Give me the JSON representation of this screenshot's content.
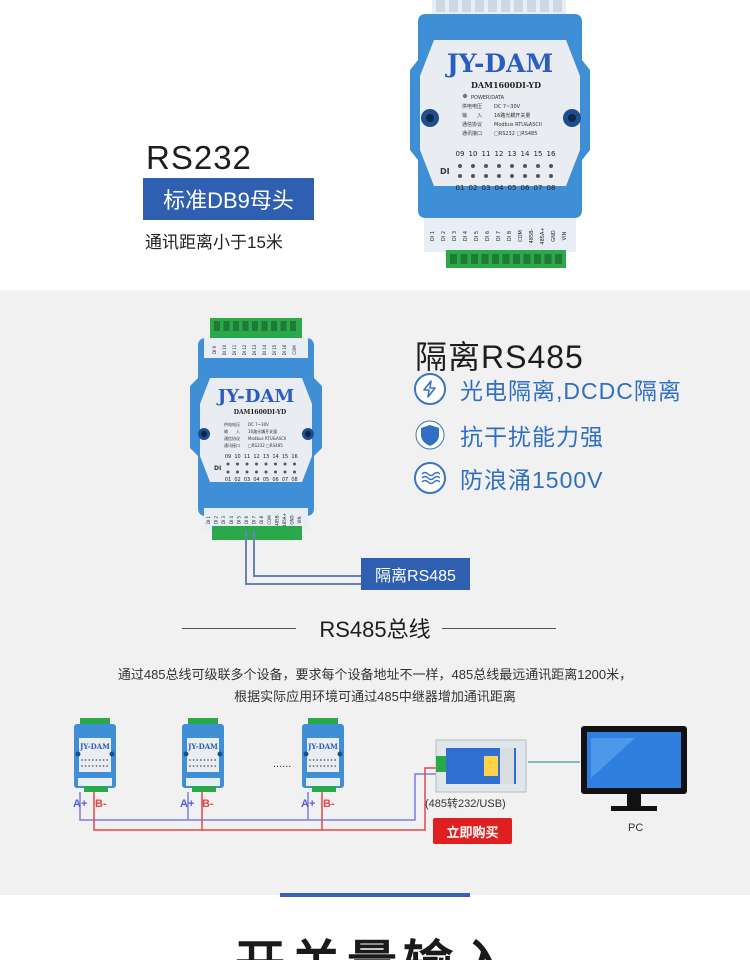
{
  "rs232": {
    "title": "RS232",
    "badge": "标准DB9母头",
    "distance": "通讯距离小于15米"
  },
  "device": {
    "brand": "JY-DAM",
    "model": "DAM1600DI-YD",
    "power_label": "POWER/DATA",
    "spec_rows": [
      {
        "k": "供电电压",
        "v": "DC 7~30V"
      },
      {
        "k": "输　　入",
        "v": "16路光耦开关量"
      },
      {
        "k": "通信协议",
        "v": "Modbus RTU&ASCII"
      },
      {
        "k": "通讯接口",
        "v": "□RS232 □RS485"
      }
    ],
    "di_label": "DI",
    "di_top": [
      "09",
      "10",
      "11",
      "12",
      "13",
      "14",
      "15",
      "16"
    ],
    "di_bottom": [
      "01",
      "02",
      "03",
      "04",
      "05",
      "06",
      "07",
      "08"
    ],
    "terminals_bottom": [
      "DI 1",
      "DI 2",
      "DI 3",
      "DI 4",
      "DI 5",
      "DI 6",
      "DI 7",
      "DI 8",
      "COM",
      "485B-",
      "485A+",
      "GND",
      "VIN"
    ],
    "terminals_top": [
      "DI 9",
      "DI 10",
      "DI 11",
      "DI 12",
      "DI 13",
      "DI 14",
      "DI 15",
      "DI 16",
      "COM"
    ]
  },
  "isolation": {
    "title": "隔离RS485",
    "features": [
      {
        "icon": "lightning-icon",
        "text": "光电隔离,DCDC隔离"
      },
      {
        "icon": "shield-icon",
        "text": "抗干扰能力强"
      },
      {
        "icon": "wave-icon",
        "text": "防浪涌1500V"
      }
    ],
    "badge": "隔离RS485"
  },
  "bus": {
    "title": "RS485总线",
    "desc_line1": "通过485总线可级联多个设备，要求每个设备地址不一样，485总线最远通讯距离1200米，",
    "desc_line2": "根据实际应用环境可通过485中继器增加通讯距离",
    "a_label": "A+",
    "b_label": "B-",
    "ellipsis": "......",
    "converter_label": "(485转232/USB)",
    "buy_button": "立即购买",
    "pc_label": "PC"
  },
  "section3": {
    "title": "开关量输入"
  },
  "colors": {
    "accent_blue": "#2f5fb0",
    "feature_blue": "#2f6fc4",
    "device_blue": "#3f8fd6",
    "terminal_green": "#2aa84a",
    "wire_a": "#7b7fe0",
    "wire_b": "#e04848",
    "buy_red": "#e02020"
  }
}
